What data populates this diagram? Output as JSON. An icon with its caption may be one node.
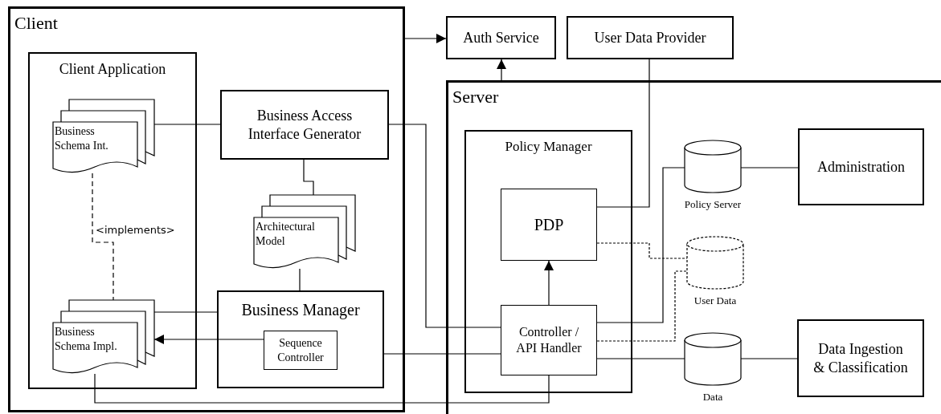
{
  "diagram": {
    "nodes": [
      {
        "text": [
          "Client"
        ]
      },
      {
        "text": [
          "Client Application"
        ],
        "in": 0
      },
      {
        "text": [
          "Business Schema Int."
        ],
        "in": 1
      },
      {
        "text": [
          "Business Schema Impl."
        ],
        "in": 1
      },
      {
        "text": [
          "Business Access Interface Generator"
        ],
        "in": 0
      },
      {
        "text": [
          "Architectural Model"
        ],
        "in": 0
      },
      {
        "text": [
          "Business Manager"
        ],
        "in": 0
      },
      {
        "text": [
          "Sequence Controller"
        ],
        "in": 6
      },
      {
        "text": [
          "Auth Service"
        ]
      },
      {
        "text": [
          "User Data Provider"
        ]
      },
      {
        "text": [
          "Server"
        ]
      },
      {
        "text": [
          "Policy Manager"
        ],
        "in": 10
      },
      {
        "text": [
          "PDP"
        ],
        "in": 11
      },
      {
        "text": [
          "Controller / API Handler"
        ],
        "in": 11
      },
      {
        "text": [],
        "shape": "cylinder",
        "beside": [
          "Policy Server"
        ],
        "in": 10
      },
      {
        "text": [],
        "shape": "cylinder",
        "beside": [
          "User Data"
        ],
        "in": 10
      },
      {
        "text": [],
        "shape": "cylinder",
        "beside": [
          "Data"
        ],
        "in": 10
      },
      {
        "text": [
          "Administration"
        ],
        "in": 10
      },
      {
        "text": [
          "Data Ingestion & Classification"
        ],
        "in": 10
      }
    ],
    "edges": [
      {
        "from": 0,
        "to": 8,
        "arrow": "to"
      },
      {
        "from": 10,
        "to": 8,
        "arrow": "to"
      },
      {
        "from": 2,
        "to": 4,
        "arrow": "none"
      },
      {
        "from": 4,
        "to": 13,
        "arrow": "none"
      },
      {
        "from": 4,
        "to": 5,
        "arrow": "none"
      },
      {
        "from": 5,
        "to": 6,
        "arrow": "none"
      },
      {
        "from": 2,
        "to": 3,
        "arrow": "none",
        "style": "dashed",
        "label": "<implements>"
      },
      {
        "from": 6,
        "to": 3,
        "arrow": "none"
      },
      {
        "from": 7,
        "to": 3,
        "arrow": "to"
      },
      {
        "from": 6,
        "to": 13,
        "arrow": "none"
      },
      {
        "from": 3,
        "to": 13,
        "arrow": "none"
      },
      {
        "from": 13,
        "to": 12,
        "arrow": "to"
      },
      {
        "from": 9,
        "to": 12,
        "arrow": "none"
      },
      {
        "from": 12,
        "to": 15,
        "arrow": "none",
        "style": "dashed"
      },
      {
        "from": 13,
        "to": 14,
        "arrow": "none"
      },
      {
        "from": 13,
        "to": 15,
        "arrow": "none",
        "style": "dashed"
      },
      {
        "from": 13,
        "to": 16,
        "arrow": "none"
      },
      {
        "from": 14,
        "to": 17,
        "arrow": "none"
      },
      {
        "from": 16,
        "to": 18,
        "arrow": "none"
      }
    ]
  }
}
